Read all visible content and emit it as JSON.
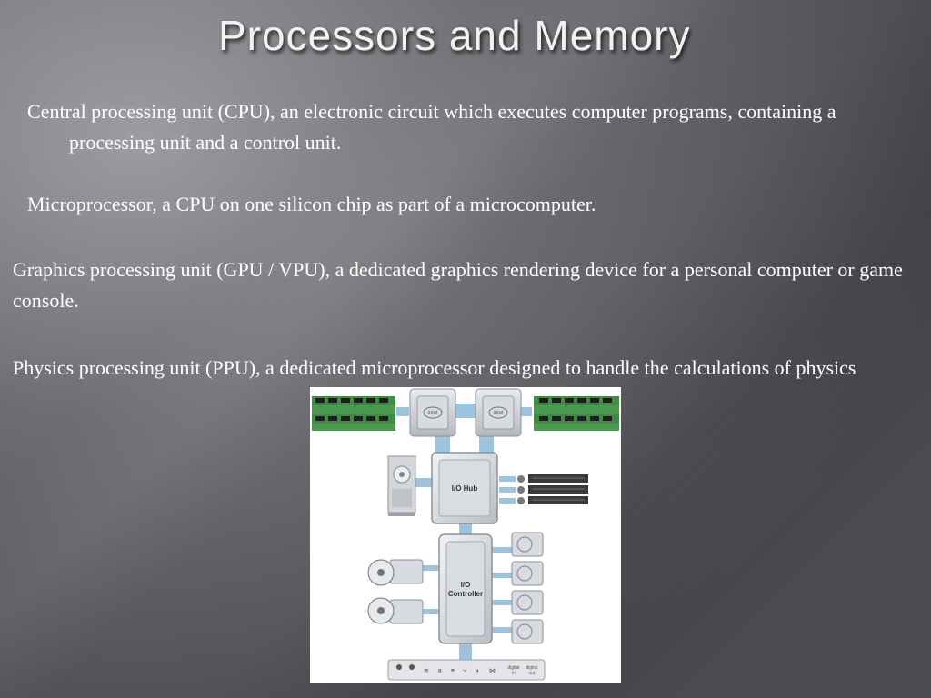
{
  "slide": {
    "title": "Processors and Memory",
    "paragraphs": [
      "Central processing unit (CPU), an electronic circuit which executes computer programs, containing a processing unit and a control unit.",
      "Microprocessor, a CPU on one silicon chip as part of a microcomputer.",
      "Graphics processing unit (GPU / VPU), a dedicated graphics rendering device for a personal computer or game console.",
      "Physics processing unit (PPU), a dedicated microprocessor designed to handle the calculations of physics"
    ]
  },
  "diagram": {
    "cpu_label_left": "intel",
    "cpu_label_right": "intel",
    "io_hub_label": "I/O Hub",
    "io_controller_label_1": "I/O",
    "io_controller_label_2": "Controller",
    "port_label_1a": "digital",
    "port_label_1b": "in",
    "port_label_2a": "digital",
    "port_label_2b": "out",
    "colors": {
      "bus": "#9cc4de",
      "chip": "#c9ccd1",
      "ram": "#3f8d45",
      "slot": "#3a3a3a"
    }
  }
}
